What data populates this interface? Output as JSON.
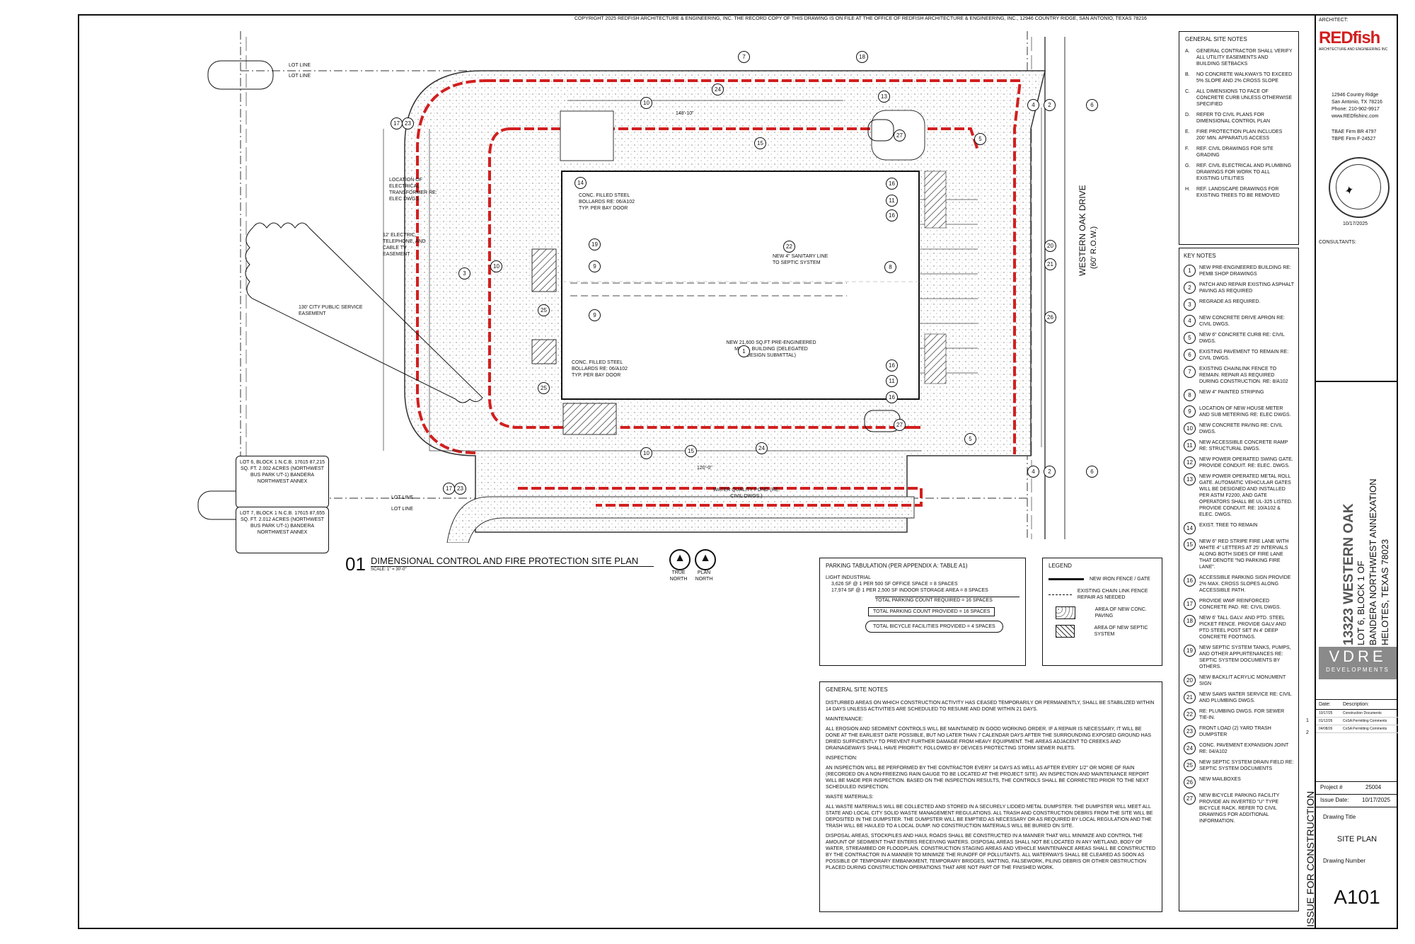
{
  "copyright": "COPYRIGHT 2025 REDFISH ARCHITECTURE & ENGINEERING, INC. THE RECORD COPY OF THIS DRAWING IS ON FILE AT THE OFFICE OF REDFISH ARCHITECTURE & ENGINEERING, INC., 12946 COUNTRY RIDGE, SAN ANTONIO, TEXAS 78216",
  "drawing": {
    "number_label": "01",
    "title": "DIMENSIONAL CONTROL AND FIRE PROTECTION SITE PLAN",
    "scale": "SCALE: 1\" = 30'-0\"",
    "north_true": "TRUE NORTH",
    "north_plan": "PLAN NORTH"
  },
  "site": {
    "street": "WESTERN OAK DRIVE",
    "row": "(60' R.O.W.)",
    "building": "NEW 21,600 SQ.FT PRE-ENGINEERED METAL BUILDING (DELEGATED DESIGN SUBMITTAL)",
    "sanitary": "NEW 4\" SANITARY LINE TO SEPTIC SYSTEM",
    "transformer": "LOCATION OF ELECTRICAL TRANSFORMER RE: ELEC DWGS.",
    "easement_elec": "12' ELECTRIC, TELEPHONE, AND CABLE TV EASEMENT",
    "easement_public": "130' CITY PUBLIC SERVICE EASEMENT",
    "bollards1": "CONC. FILLED STEEL BOLLARDS RE: 06/A102 TYP. PER BAY DOOR",
    "bollards2": "CONC. FILLED STEEL BOLLARDS RE: 06/A102 TYP. PER BAY DOOR",
    "pond": "WATER QUALITY POND (RE: CIVIL DWGS.)",
    "lot_line": "LOT LINE",
    "lot6": "LOT 6, BLOCK 1 N.C.B. 17615 87,215 SQ. FT. 2.002 ACRES (NORTHWEST BUS PARK UT-1) BANDERA NORTHWEST ANNEX",
    "lot7": "LOT 7, BLOCK 1 N.C.B. 17615 87,655 SQ. FT. 2.012 ACRES (NORTHWEST BUS PARK UT-1) BANDERA NORTHWEST ANNEX",
    "dim_bottom": "120'-0\"",
    "dim_top": "148'-10\""
  },
  "parking": {
    "title": "PARKING TABULATION (PER APPENDIX A: TABLE A1)",
    "category": "LIGHT INDUSTRIAL",
    "rows": [
      "3,626 SF @ 1 PER 500 SF OFFICE SPACE = 8 SPACES",
      "17,974 SF @ 1 PER 2,500 SF INDOOR STORAGE AREA = 8 SPACES"
    ],
    "required": "TOTAL PARKING COUNT REQUIRED = 16 SPACES",
    "provided": "TOTAL PARKING COUNT PROVIDED = 16 SPACES",
    "bicycle": "TOTAL BICYCLE FACILITIES PROVIDED = 4 SPACES"
  },
  "legend": {
    "title": "LEGEND",
    "items": [
      "NEW IRON FENCE / GATE",
      "EXISTING CHAIN LINK FENCE REPAIR AS NEEDED",
      "AREA OF NEW CONC. PAVING",
      "AREA OF NEW SEPTIC SYSTEM"
    ]
  },
  "general_notes_top": {
    "title": "GENERAL SITE NOTES",
    "items": [
      {
        "l": "A.",
        "t": "GENERAL CONTRACTOR SHALL VERIFY ALL UTILITY EASEMENTS AND BUILDING SETBACKS"
      },
      {
        "l": "B.",
        "t": "NO CONCRETE WALKWAYS TO EXCEED 5% SLOPE AND 2% CROSS SLOPE"
      },
      {
        "l": "C.",
        "t": "ALL DIMENSIONS TO FACE OF CONCRETE CURB UNLESS OTHERWISE SPECIFIED"
      },
      {
        "l": "D.",
        "t": "REFER TO CIVIL PLANS FOR DIMENSIONAL CONTROL PLAN"
      },
      {
        "l": "E.",
        "t": "FIRE PROTECTION PLAN INCLUDES 200' MIN. APPARATUS ACCESS"
      },
      {
        "l": "F.",
        "t": "REF. CIVIL DRAWINGS FOR SITE GRADING"
      },
      {
        "l": "G.",
        "t": "REF. CIVIL ELECTRICAL AND PLUMBING DRAWINGS FOR WORK TO ALL EXISTING UTILITIES"
      },
      {
        "l": "H.",
        "t": "REF. LANDSCAPE DRAWINGS FOR EXISTING TREES TO BE REMOVED"
      }
    ]
  },
  "key_notes": {
    "title": "KEY NOTES",
    "items": [
      {
        "n": "1",
        "t": "NEW PRE-ENGINEERED BUILDING RE: PEMB SHOP DRAWINGS"
      },
      {
        "n": "2",
        "t": "PATCH AND REPAIR EXISTING ASPHALT PAVING AS REQUIRED"
      },
      {
        "n": "3",
        "t": "REGRADE AS REQUIRED."
      },
      {
        "n": "4",
        "t": "NEW CONCRETE DRIVE APRON RE: CIVIL DWGS."
      },
      {
        "n": "5",
        "t": "NEW 6\" CONCRETE CURB RE: CIVIL DWGS."
      },
      {
        "n": "6",
        "t": "EXISTING PAVEMENT TO REMAIN RE: CIVIL DWGS."
      },
      {
        "n": "7",
        "t": "EXISTING CHAINLINK FENCE TO REMAIN. REPAIR AS REQUIRED DURING CONSTRUCTION. RE: 8/A102"
      },
      {
        "n": "8",
        "t": "NEW 4\" PAINTED STRIPING"
      },
      {
        "n": "9",
        "t": "LOCATION OF NEW HOUSE METER AND SUB METERING RE: ELEC DWGS."
      },
      {
        "n": "10",
        "t": "NEW CONCRETE PAVING RE: CIVIL DWGS."
      },
      {
        "n": "11",
        "t": "NEW ACCESSIBLE CONCRETE RAMP RE: STRUCTURAL DWGS."
      },
      {
        "n": "12",
        "t": "NEW POWER OPERATED SWING GATE. PROVIDE CONDUIT. RE: ELEC. DWGS."
      },
      {
        "n": "13",
        "t": "NEW POWER OPERATED METAL ROLL GATE. AUTOMATIC VEHICULAR GATES WILL BE DESIGNED AND INSTALLED PER ASTM F2200, AND GATE OPERATORS SHALL BE UL-325 LISTED. PROVIDE CONDUIT. RE: 10/A102 & ELEC. DWGS."
      },
      {
        "n": "14",
        "t": "EXIST. TREE TO REMAIN"
      },
      {
        "n": "15",
        "t": "NEW 6\" RED STRIPE FIRE LANE WITH WHITE 4\" LETTERS AT 25' INTERVALS ALONG BOTH SIDES OF FIRE LANE THAT DENOTE \"NO PARKING FIRE LANE\"."
      },
      {
        "n": "16",
        "t": "ACCESSIBLE PARKING SIGN PROVIDE 2% MAX. CROSS SLOPES ALONG ACCESSIBLE PATH."
      },
      {
        "n": "17",
        "t": "PROVIDE WWF REINFORCED CONCRETE PAD. RE: CIVIL DWGS."
      },
      {
        "n": "18",
        "t": "NEW 6' TALL GALV. AND PTD. STEEL PICKET FENCE. PROVIDE GALV AND PTD STEEL POST SET IN 4' DEEP CONCRETE FOOTINGS."
      },
      {
        "n": "19",
        "t": "NEW SEPTIC SYSTEM TANKS, PUMPS, AND OTHER APPURTENANCES RE: SEPTIC SYSTEM DOCUMENTS BY OTHERS."
      },
      {
        "n": "20",
        "t": "NEW BACKLIT ACRYLIC MONUMENT SIGN"
      },
      {
        "n": "21",
        "t": "NEW SAWS WATER SERVICE RE: CIVIL AND PLUMBING DWGS."
      },
      {
        "n": "22",
        "t": "RE: PLUMBING DWGS. FOR SEWER TIE-IN."
      },
      {
        "n": "23",
        "t": "FRONT LOAD (2) YARD TRASH DUMPSTER"
      },
      {
        "n": "24",
        "t": "CONC. PAVEMENT EXPANSION JOINT RE: 04/A102"
      },
      {
        "n": "25",
        "t": "NEW SEPTIC SYSTEM DRAIN FIELD RE: SEPTIC SYSTEM DOCUMENTS"
      },
      {
        "n": "26",
        "t": "NEW MAILBOXES"
      },
      {
        "n": "27",
        "t": "NEW BICYCLE PARKING FACILITY PROVIDE AN INVERTED \"U\" TYPE BICYCLE RACK. REFER TO CIVIL DRAWINGS FOR ADDITIONAL INFORMATION."
      }
    ]
  },
  "general_notes_bottom": {
    "title": "GENERAL SITE NOTES",
    "paras": [
      "DISTURBED AREAS ON WHICH CONSTRUCTION ACTIVITY HAS CEASED TEMPORARILY OR PERMANENTLY, SHALL BE STABILIZED WITHIN 14 DAYS UNLESS ACTIVITIES ARE SCHEDULED TO RESUME AND DONE WITHIN 21 DAYS.",
      "MAINTENANCE:",
      "ALL EROSION AND SEDIMENT CONTROLS WILL BE MAINTAINED IN GOOD WORKING ORDER. IF A REPAIR IS NECESSARY, IT WILL BE DONE AT THE EARLIEST DATE POSSIBLE, BUT NO LATER THAN 7 CALENDAR DAYS AFTER THE SURROUNDING EXPOSED GROUND HAS DRIED SUFFICIENTLY TO PREVENT FURTHER DAMAGE FROM HEAVY EQUIPMENT. THE AREAS ADJACENT TO CREEKS AND DRAINAGEWAYS SHALL HAVE PRIORITY, FOLLOWED BY DEVICES PROTECTING STORM SEWER INLETS.",
      "INSPECTION:",
      "AN INSPECTION WILL BE PERFORMED BY THE CONTRACTOR EVERY 14 DAYS AS WELL AS AFTER EVERY 1/2\" OR MORE OF RAIN (RECORDED ON A NON-FREEZING RAIN GAUGE TO BE LOCATED AT THE PROJECT SITE). AN INSPECTION AND MAINTENANCE REPORT WILL BE MADE PER INSPECTION. BASED ON THE INSPECTION RESULTS, THE CONTROLS SHALL BE CORRECTED PRIOR TO THE NEXT SCHEDULED INSPECTION.",
      "WASTE MATERIALS:",
      "ALL WASTE MATERIALS WILL BE COLLECTED AND STORED IN A SECURELY LIDDED METAL DUMPSTER. THE DUMPSTER WILL MEET ALL STATE AND LOCAL CITY SOLID WASTE MANAGEMENT REGULATIONS. ALL TRASH AND CONSTRUCTION DEBRIS FROM THE SITE WILL BE DEPOSITED IN THE DUMPSTER. THE DUMPSTER WILL BE EMPTIED AS NECESSARY OR AS REQUIRED BY LOCAL REGULATION AND THE TRASH WILL BE HAULED TO A LOCAL DUMP. NO CONSTRUCTION MATERIALS WILL BE BURIED ON SITE.",
      "DISPOSAL AREAS, STOCKPILES AND HAUL ROADS SHALL BE CONSTRUCTED IN A MANNER THAT WILL MINIMIZE AND CONTROL THE AMOUNT OF SEDIMENT THAT ENTERS RECEIVING WATERS. DISPOSAL AREAS SHALL NOT BE LOCATED IN ANY WETLAND, BODY OF WATER, STREAMBED OR FLOODPLAIN. CONSTRUCTION STAGING AREAS AND VEHICLE MAINTENANCE AREAS SHALL BE CONSTRUCTED BY THE CONTRACTOR IN A MANNER TO MINIMIZE THE RUNOFF OF POLLUTANTS. ALL WATERWAYS SHALL BE CLEARED AS SOON AS POSSIBLE OF TEMPORARY EMBANKMENT, TEMPORARY BRIDGES, MATTING, FALSEWORK, PILING DEBRIS OR OTHER OBSTRUCTION PLACED DURING CONSTRUCTION OPERATIONS THAT ARE NOT PART OF THE FINISHED WORK."
    ]
  },
  "title_block": {
    "architect_label": "ARCHITECT:",
    "logo_main": "REDfish",
    "logo_sub": "ARCHITECTURE AND ENGINEERING INC",
    "addr1": "12946 Country Ridge",
    "addr2": "San Antonio, TX 78216",
    "phone": "Phone: 210-902-9917",
    "web": "www.REDfishinc.com",
    "firm1": "TBAE Firm BR 4797",
    "firm2": "TBPE Firm F-24527",
    "seal_date": "10/17/2025",
    "consultants_label": "CONSULTANTS:",
    "project_name": "13323 WESTERN OAK",
    "project_line1": "LOT 6, BLOCK 1 OF",
    "project_line2": "BANDERA NORTHWEST ANNEXATION",
    "project_line3": "HELOTES, TEXAS 78023",
    "vdre": "VDRE",
    "vdre_sub": "DEVELOPMENTS",
    "date_hdr": "Date:",
    "desc_hdr": "Description:",
    "revisions": [
      {
        "date": "10/17/25",
        "desc": "Construction Documents"
      },
      {
        "date": "01/12/26",
        "desc": "CoSA Permitting Comments"
      },
      {
        "date": "04/08/26",
        "desc": "CoSA Permitting Comments"
      }
    ],
    "rev_marks": [
      "1",
      "2"
    ],
    "issue": "ISSUE FOR CONSTRUCTION",
    "project_no_label": "Project #",
    "project_no": "25004",
    "issue_date_label": "Issue Date:",
    "issue_date": "10/17/2025",
    "drawing_title_label": "Drawing Title",
    "drawing_title": "SITE PLAN",
    "drawing_number_label": "Drawing Number",
    "drawing_number": "A101"
  },
  "colors": {
    "fire_lane": "#d21f1f",
    "logo_red": "#d21f1f",
    "ink": "#111111"
  }
}
